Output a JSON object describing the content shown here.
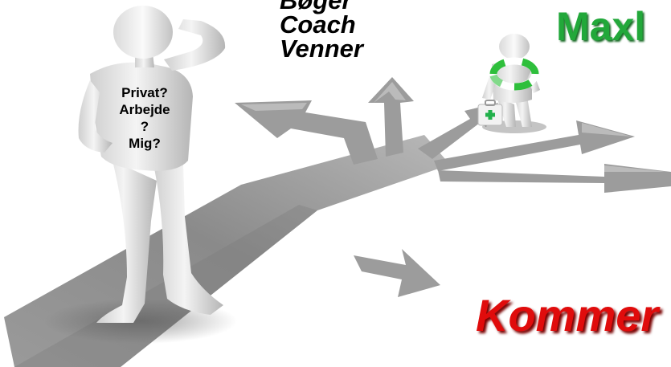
{
  "options_list": [
    "Bøger",
    "Coach",
    "Venner"
  ],
  "chest_lines": [
    "Privat?",
    "Arbejde",
    "?",
    "Mig?"
  ],
  "brand_text": "Maxl",
  "banner_text": "Kommer",
  "colors": {
    "brand": "#22a83a",
    "banner": "#e00c0c",
    "road": "#8e8e8e"
  },
  "icons": [
    "thinking-figure",
    "lifesaver-figure",
    "medical-case-icon"
  ]
}
